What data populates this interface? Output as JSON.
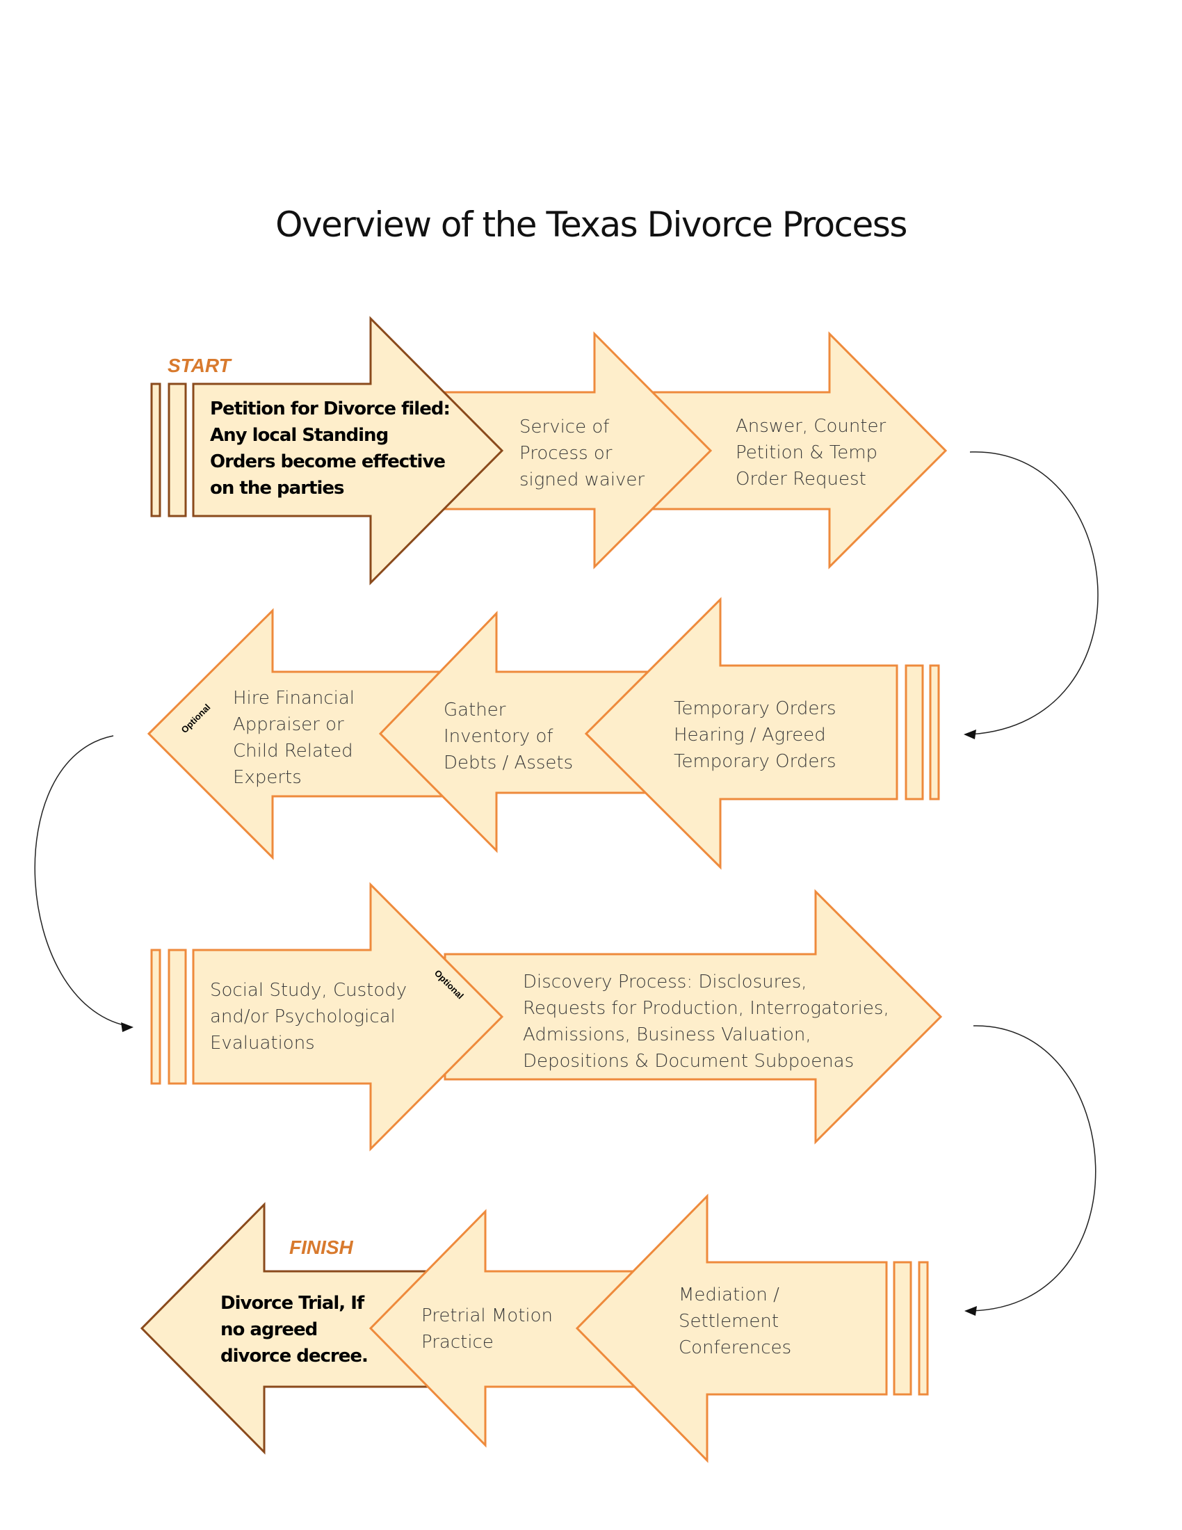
{
  "title": "Overview of the Texas Divorce Process",
  "labels": {
    "start": "START",
    "finish": "FINISH",
    "optional": "Optional"
  },
  "colors": {
    "fill": "#feeecb",
    "stroke_light": "#ee8a3c",
    "stroke_dark": "#8a4a1c",
    "label_accent": "#d87a2e"
  },
  "rows": [
    {
      "direction": "right",
      "steps": [
        {
          "lines": [
            "Petition for Divorce filed:",
            "Any local Standing",
            "Orders become effective",
            "on the parties"
          ],
          "emphasis": true
        },
        {
          "lines": [
            "Service of",
            "Process or",
            "signed waiver"
          ]
        },
        {
          "lines": [
            "Answer, Counter",
            "Petition & Temp",
            "Order Request"
          ]
        }
      ]
    },
    {
      "direction": "left",
      "steps": [
        {
          "lines": [
            "Temporary Orders",
            "Hearing / Agreed",
            "Temporary Orders"
          ]
        },
        {
          "lines": [
            "Gather",
            "Inventory of",
            "Debts / Assets"
          ]
        },
        {
          "lines": [
            "Hire Financial",
            "Appraiser or",
            "Child Related",
            "Experts"
          ],
          "optional": true
        }
      ]
    },
    {
      "direction": "right",
      "steps": [
        {
          "lines": [
            "Social Study, Custody",
            "and/or Psychological",
            "Evaluations"
          ],
          "optional": true
        },
        {
          "lines": [
            "Discovery Process: Disclosures,",
            "Requests for Production, Interrogatories,",
            "Admissions, Business Valuation,",
            "Depositions & Document Subpoenas"
          ]
        }
      ]
    },
    {
      "direction": "left",
      "steps": [
        {
          "lines": [
            "Mediation /",
            "Settlement",
            "Conferences"
          ]
        },
        {
          "lines": [
            "Pretrial Motion",
            "Practice"
          ]
        },
        {
          "lines": [
            "Divorce Trial, If",
            "no agreed",
            "divorce decree."
          ],
          "emphasis": true
        }
      ]
    }
  ]
}
